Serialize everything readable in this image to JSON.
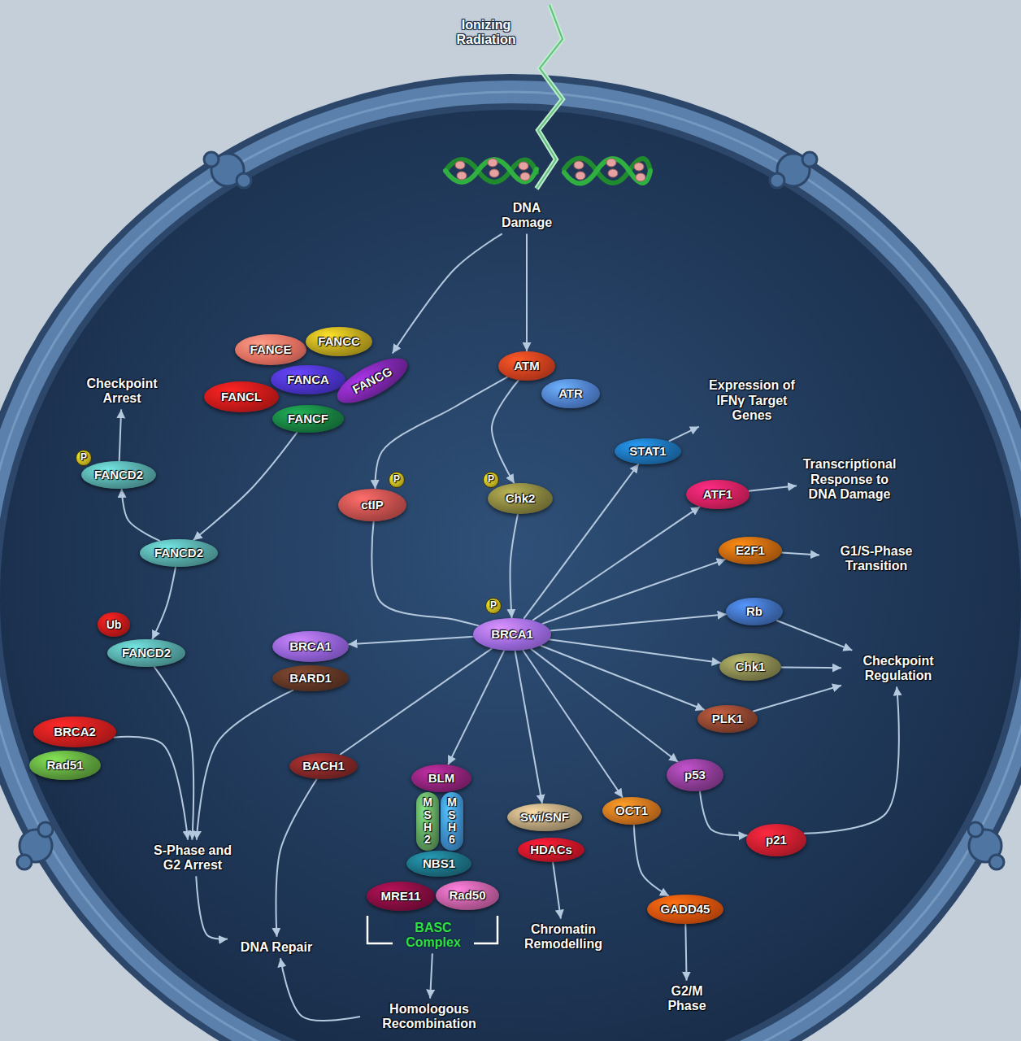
{
  "diagram": {
    "nodes": [
      {
        "text": [
          "DNA Damage"
        ]
      },
      {
        "text": [
          "FANCE"
        ]
      },
      {
        "text": [
          "FANCC"
        ]
      },
      {
        "text": [
          "FANCA"
        ]
      },
      {
        "text": [
          "FANCG"
        ]
      },
      {
        "text": [
          "FANCL"
        ]
      },
      {
        "text": [
          "FANCF"
        ]
      },
      {
        "text": [
          "ATM"
        ]
      },
      {
        "text": [
          "ATR"
        ]
      },
      {
        "text": [
          "Checkpoint Arrest"
        ]
      },
      {
        "text": [
          "Expression of IFNγ Target Genes"
        ]
      },
      {
        "text": [
          "STAT1"
        ]
      },
      {
        "text": [
          "P"
        ]
      },
      {
        "text": [
          "FANCD2"
        ]
      },
      {
        "text": [
          "P"
        ]
      },
      {
        "text": [
          "ctIP"
        ]
      },
      {
        "text": [
          "P"
        ]
      },
      {
        "text": [
          "Chk2"
        ]
      },
      {
        "text": [
          "Transcriptional Response to DNA Damage"
        ]
      },
      {
        "text": [
          "ATF1"
        ]
      },
      {
        "text": [
          "FANCD2"
        ]
      },
      {
        "text": [
          "E2F1"
        ]
      },
      {
        "text": [
          "G1/S-Phase Transition"
        ]
      },
      {
        "text": [
          "P"
        ]
      },
      {
        "text": [
          "BRCA1"
        ]
      },
      {
        "text": [
          "Rb"
        ]
      },
      {
        "text": [
          "Ub"
        ]
      },
      {
        "text": [
          "BRCA1"
        ]
      },
      {
        "text": [
          "FANCD2"
        ]
      },
      {
        "text": [
          "Checkpoint Regulation"
        ]
      },
      {
        "text": [
          "Chk1"
        ]
      },
      {
        "text": [
          "BARD1"
        ]
      },
      {
        "text": [
          "PLK1"
        ]
      },
      {
        "text": [
          "BRCA2"
        ]
      },
      {
        "text": [
          "Rad51"
        ]
      },
      {
        "text": [
          "BACH1"
        ]
      },
      {
        "text": [
          "BLM"
        ]
      },
      {
        "text": [
          "p53"
        ]
      },
      {
        "text": [
          "MSH2"
        ]
      },
      {
        "text": [
          "MSH6"
        ]
      },
      {
        "text": [
          "Swi/SNF"
        ]
      },
      {
        "text": [
          "OCT1"
        ]
      },
      {
        "text": [
          "p21"
        ]
      },
      {
        "text": [
          "HDACs"
        ]
      },
      {
        "text": [
          "S-Phase and G2 Arrest"
        ]
      },
      {
        "text": [
          "NBS1"
        ]
      },
      {
        "text": [
          "MRE11"
        ]
      },
      {
        "text": [
          "Rad50"
        ]
      },
      {
        "text": [
          "GADD45"
        ]
      },
      {
        "text": [
          "BASC Complex"
        ]
      },
      {
        "text": [
          "Chromatin Remodelling"
        ]
      },
      {
        "text": [
          "DNA Repair"
        ]
      },
      {
        "text": [
          "G2/M Phase"
        ]
      },
      {
        "text": [
          "Homologous Recombination"
        ]
      }
    ],
    "edges": [
      {
        "from": 0,
        "to": 4,
        "arrow": "to"
      },
      {
        "from": 0,
        "to": 7,
        "arrow": "to"
      },
      {
        "from": 6,
        "to": 20,
        "arrow": "to"
      },
      {
        "from": 20,
        "to": 13,
        "arrow": "to"
      },
      {
        "from": 13,
        "to": 9,
        "arrow": "to"
      },
      {
        "from": 20,
        "to": 28,
        "arrow": "to"
      },
      {
        "from": 7,
        "to": 15,
        "arrow": "to"
      },
      {
        "from": 7,
        "to": 17,
        "arrow": "to"
      },
      {
        "from": 17,
        "to": 24,
        "arrow": "to"
      },
      {
        "from": 15,
        "to": 24,
        "arrow": "none"
      },
      {
        "from": 24,
        "to": 11,
        "arrow": "to"
      },
      {
        "from": 11,
        "to": 10,
        "arrow": "to"
      },
      {
        "from": 24,
        "to": 19,
        "arrow": "to"
      },
      {
        "from": 19,
        "to": 18,
        "arrow": "to"
      },
      {
        "from": 24,
        "to": 21,
        "arrow": "to"
      },
      {
        "from": 21,
        "to": 22,
        "arrow": "to"
      },
      {
        "from": 24,
        "to": 25,
        "arrow": "to"
      },
      {
        "from": 25,
        "to": 29,
        "arrow": "to"
      },
      {
        "from": 24,
        "to": 30,
        "arrow": "to"
      },
      {
        "from": 30,
        "to": 29,
        "arrow": "to"
      },
      {
        "from": 24,
        "to": 32,
        "arrow": "to"
      },
      {
        "from": 32,
        "to": 29,
        "arrow": "to"
      },
      {
        "from": 24,
        "to": 37,
        "arrow": "to"
      },
      {
        "from": 37,
        "to": 42,
        "arrow": "to"
      },
      {
        "from": 42,
        "to": 29,
        "arrow": "to"
      },
      {
        "from": 24,
        "to": 27,
        "arrow": "to"
      },
      {
        "from": 24,
        "to": 35,
        "arrow": "none"
      },
      {
        "from": 24,
        "to": 36,
        "arrow": "to"
      },
      {
        "from": 24,
        "to": 40,
        "arrow": "to"
      },
      {
        "from": 24,
        "to": 41,
        "arrow": "to"
      },
      {
        "from": 41,
        "to": 48,
        "arrow": "to"
      },
      {
        "from": 48,
        "to": 52,
        "arrow": "to"
      },
      {
        "from": 43,
        "to": 50,
        "arrow": "to"
      },
      {
        "from": 31,
        "to": 44,
        "arrow": "to"
      },
      {
        "from": 28,
        "to": 44,
        "arrow": "to"
      },
      {
        "from": 33,
        "to": 44,
        "arrow": "to"
      },
      {
        "from": 44,
        "to": 51,
        "arrow": "to"
      },
      {
        "from": 35,
        "to": 51,
        "arrow": "to"
      },
      {
        "from": 49,
        "to": 53,
        "arrow": "to"
      },
      {
        "from": 53,
        "to": 51,
        "arrow": "to"
      }
    ],
    "labels": [
      "Ionizing Radiation"
    ]
  }
}
